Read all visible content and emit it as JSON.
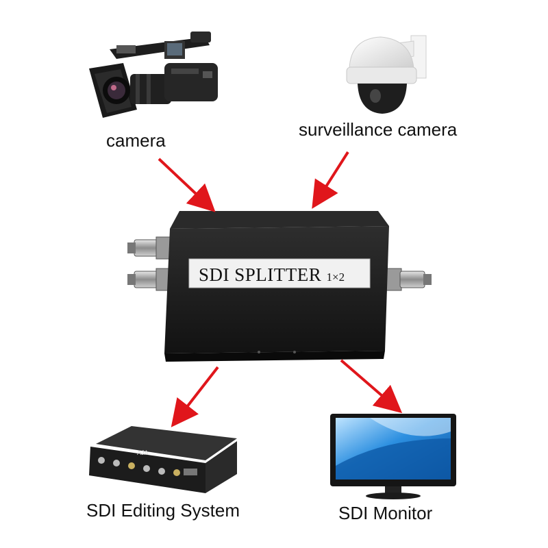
{
  "labels": {
    "camera": "camera",
    "surveillance_camera": "surveillance camera",
    "editing_system": "SDI Editing System",
    "monitor": "SDI Monitor"
  },
  "device": {
    "name": "SDI SPLITTER",
    "ratio": "1×2"
  },
  "editing_box_brand": "AJA",
  "monitor_brand": "",
  "colors": {
    "arrow": "#e0161b",
    "device_body": "#1c1c1c",
    "plate": "#f1f1f1",
    "screen_blue": "#1f7fd0"
  }
}
